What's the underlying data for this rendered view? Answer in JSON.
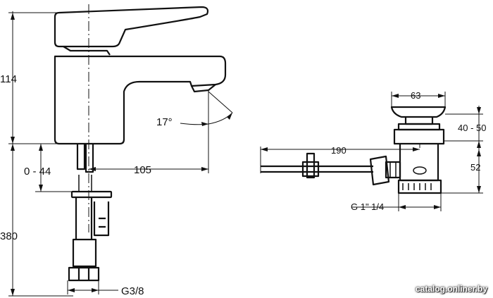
{
  "faucet": {
    "height_top": "114",
    "height_bottom": "380",
    "adjust_range": "0 - 44",
    "spout_reach": "105",
    "spout_angle": "17°",
    "connection_thread": "G3/8"
  },
  "drain": {
    "head_diameter": "63",
    "clamp_range": "40 - 50",
    "body_height": "52",
    "rod_length": "190",
    "outlet_thread": "G 1\" 1/4"
  },
  "watermark": "catalog.onliner.by"
}
